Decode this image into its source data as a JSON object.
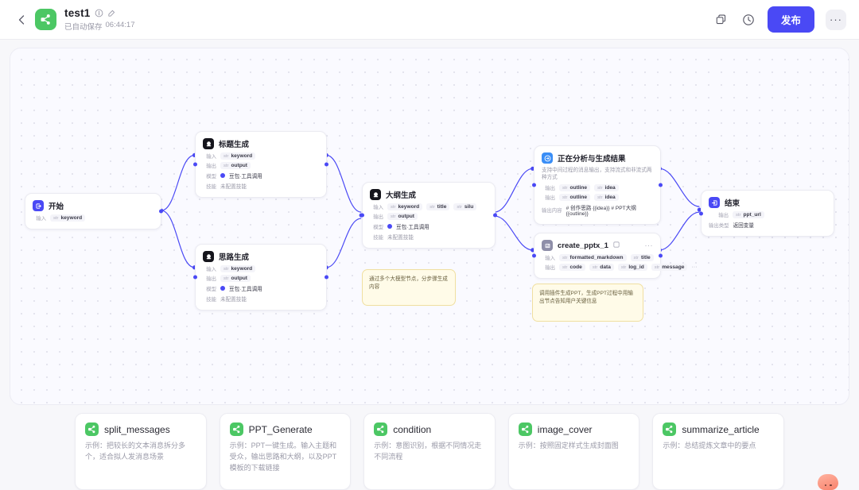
{
  "header": {
    "back_icon": "chevron-left-icon",
    "logo_icon": "workflow-logo-icon",
    "title": "test1",
    "info_icon": "info-circle-icon",
    "edit_icon": "edit-pencil-icon",
    "saved_label": "已自动保存",
    "saved_time": "06:44:17",
    "copy_icon": "duplicate-icon",
    "history_icon": "clock-history-icon",
    "publish_label": "发布",
    "more_label": "···"
  },
  "canvas": {
    "nodes": [
      {
        "id": "start",
        "icon": "start-node-icon",
        "title": "开始",
        "rows": [
          {
            "label": "输入",
            "chips": [
              {
                "type": "str",
                "name": "keyword"
              }
            ]
          }
        ]
      },
      {
        "id": "title_gen",
        "icon": "llm-node-icon",
        "title": "标题生成",
        "rows": [
          {
            "label": "输入",
            "chips": [
              {
                "type": "str",
                "name": "keyword"
              }
            ]
          },
          {
            "label": "输出",
            "chips": [
              {
                "type": "str",
                "name": "output"
              }
            ]
          },
          {
            "label": "模型",
            "model": "豆包·工具调用"
          },
          {
            "label": "技能",
            "plain": "未配置技能"
          }
        ]
      },
      {
        "id": "idea_gen",
        "icon": "llm-node-icon",
        "title": "思路生成",
        "rows": [
          {
            "label": "输入",
            "chips": [
              {
                "type": "str",
                "name": "keyword"
              }
            ]
          },
          {
            "label": "输出",
            "chips": [
              {
                "type": "str",
                "name": "output"
              }
            ]
          },
          {
            "label": "模型",
            "model": "豆包·工具调用"
          },
          {
            "label": "技能",
            "plain": "未配置技能"
          }
        ]
      },
      {
        "id": "outline_gen",
        "icon": "llm-node-icon",
        "title": "大纲生成",
        "rows": [
          {
            "label": "输入",
            "chips": [
              {
                "type": "str",
                "name": "keyword"
              },
              {
                "type": "str",
                "name": "title"
              },
              {
                "type": "str",
                "name": "silu"
              }
            ]
          },
          {
            "label": "输出",
            "chips": [
              {
                "type": "str",
                "name": "output"
              }
            ]
          },
          {
            "label": "模型",
            "model": "豆包·工具调用"
          },
          {
            "label": "技能",
            "plain": "未配置技能"
          }
        ]
      },
      {
        "id": "analyzing",
        "icon": "output-node-icon",
        "title": "正在分析与生成结果",
        "subtitle": "支持中间过程的消息输出，支持流式和非流式两种方式",
        "rows": [
          {
            "label": "输出",
            "chips": [
              {
                "type": "str",
                "name": "outline"
              },
              {
                "type": "str",
                "name": "idea"
              }
            ]
          },
          {
            "label": "输出",
            "chips": [
              {
                "type": "str",
                "name": "outline"
              },
              {
                "type": "str",
                "name": "idea"
              }
            ]
          },
          {
            "label": "输出内容",
            "plain_dark": "# 创作思路 {{idea}} # PPT大纲 {{outline}}"
          }
        ]
      },
      {
        "id": "create_pptx",
        "icon": "plugin-node-icon",
        "title": "create_pptx_1",
        "badge_icon": "plugin-badge-icon",
        "more": "···",
        "rows": [
          {
            "label": "输入",
            "chips": [
              {
                "type": "str",
                "name": "formatted_markdown"
              },
              {
                "type": "str",
                "name": "title"
              }
            ]
          },
          {
            "label": "输出",
            "chips": [
              {
                "type": "str",
                "name": "code"
              },
              {
                "type": "str",
                "name": "data"
              },
              {
                "type": "str",
                "name": "log_id"
              },
              {
                "type": "str",
                "name": "message"
              }
            ],
            "overflow": "···"
          }
        ]
      },
      {
        "id": "end",
        "icon": "end-node-icon",
        "title": "结束",
        "rows": [
          {
            "label": "输出",
            "chips": [
              {
                "type": "str",
                "name": "ppt_url"
              }
            ]
          },
          {
            "label": "输出类型",
            "plain_dark": "返回变量"
          }
        ]
      }
    ],
    "notes": [
      {
        "id": "note_left",
        "text": "通过多个大模型节点，分步骤生成内容"
      },
      {
        "id": "note_right",
        "text": "调用插件生成PPT，生成PPT过程中用输出节点告知用户关键信息"
      }
    ]
  },
  "templates": [
    {
      "icon": "workflow-card-icon",
      "name": "split_messages",
      "desc": "示例：把较长的文本消息拆分多个，适合拟人发消息场景"
    },
    {
      "icon": "workflow-card-icon",
      "name": "PPT_Generate",
      "desc": "示例：PPT一键生成。输入主题和受众，输出思路和大纲，以及PPT模板的下载链接"
    },
    {
      "icon": "workflow-card-icon",
      "name": "condition",
      "desc": "示例：意图识别，根据不同情况走不同流程"
    },
    {
      "icon": "workflow-card-icon",
      "name": "image_cover",
      "desc": "示例：按照固定样式生成封面图"
    },
    {
      "icon": "workflow-card-icon",
      "name": "summarize_article",
      "desc": "示例：总结提炼文章中的要点"
    }
  ],
  "assistant_bubble": {
    "icon": "assistant-bubble-icon"
  },
  "colors": {
    "accent": "#4a49f5",
    "brand_green": "#4cc764",
    "note": "#fffbe8"
  }
}
